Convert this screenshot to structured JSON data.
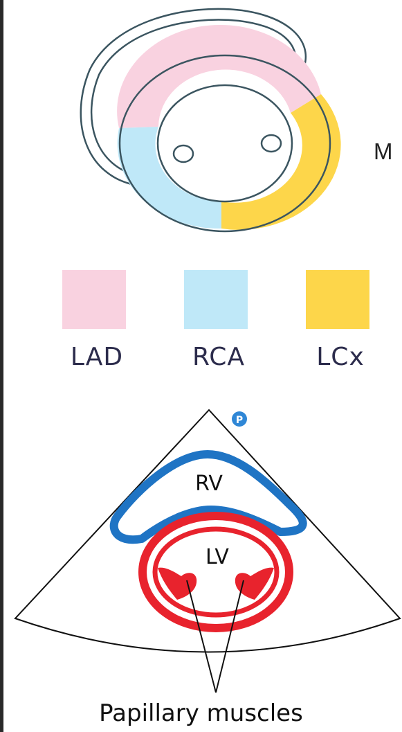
{
  "cross_section": {
    "cut_label": "M"
  },
  "legend": [
    {
      "label": "LAD",
      "color": "#f9d2e0"
    },
    {
      "label": "RCA",
      "color": "#bfe8f8"
    },
    {
      "label": "LCx",
      "color": "#fdd64a"
    }
  ],
  "echo_view": {
    "probe_marker": "P",
    "rv_label": "RV",
    "lv_label": "LV",
    "caption": "Papillary muscles",
    "colors": {
      "rv_outline": "#1f74c4",
      "lv_wall": "#e8232d",
      "probe_marker": "#2f87d6",
      "sector_outline": "#111111"
    }
  }
}
